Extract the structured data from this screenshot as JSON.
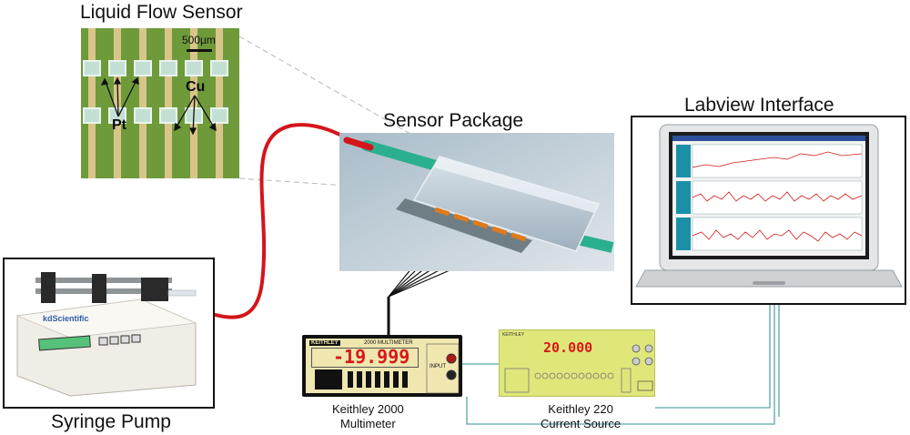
{
  "labels": {
    "liquid_flow_sensor": "Liquid Flow Sensor",
    "sensor_package": "Sensor Package",
    "labview_interface": "Labview Interface",
    "syringe_pump": "Syringe Pump",
    "keithley_2000_line1": "Keithley 2000",
    "keithley_2000_line2": "Multimeter",
    "keithley_220_line1": "Keithley 220",
    "keithley_220_line2": "Current Source"
  },
  "micrograph": {
    "scale_bar": "500µm",
    "pt_label": "Pt",
    "cu_label": "Cu"
  },
  "multimeter": {
    "display": "-19.999",
    "brand": "KEITHLEY",
    "model": "2000 MULTIMETER",
    "input_label": "INPUT"
  },
  "current_source": {
    "display": "20.000",
    "brand": "KEITHLEY"
  },
  "pump": {
    "brand": "kdScientific"
  },
  "colors": {
    "tubing_red": "#d4151b",
    "tubing_green": "#2bb08f",
    "cable_teal": "#58a6a8",
    "pcb_green": "#6e9a3a",
    "current_source_body": "#dfe77a",
    "multimeter_body": "#efe6b0",
    "lcd_red": "#d81818"
  }
}
